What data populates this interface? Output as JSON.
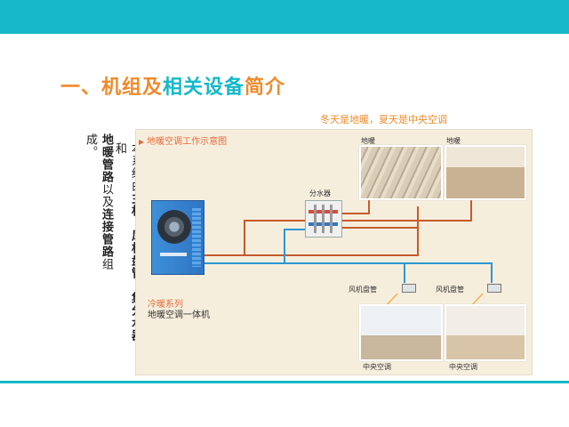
{
  "title": {
    "part1": "一、机组及",
    "part2": "相关设备",
    "part3": "简介"
  },
  "description": {
    "col1": [
      {
        "text": "地暖管路",
        "bold": true
      },
      {
        "text": "以及",
        "bold": false
      },
      {
        "text": "连接管路",
        "bold": true
      },
      {
        "text": "组成。",
        "bold": false
      }
    ],
    "col2": [
      {
        "text": "本系统由",
        "bold": false
      },
      {
        "text": "主机",
        "bold": true
      },
      {
        "text": "、",
        "bold": false
      },
      {
        "text": "风机盘管",
        "bold": true
      },
      {
        "text": "、",
        "bold": false
      },
      {
        "text": "集分水器",
        "bold": true
      },
      {
        "text": "和",
        "bold": false
      }
    ]
  },
  "diagram": {
    "subtitle": "冬天是地暖，夏天是中央空调",
    "panel_title": "地暖空调工作示意图",
    "manifold_label": "分水器",
    "floor_heating_labels": [
      "地暖",
      "地暖"
    ],
    "fcu_labels": [
      "风机盘管",
      "风机盘管"
    ],
    "central_ac_labels": [
      "中央空调",
      "中央空调"
    ],
    "series_label": "冷暖系列",
    "product_label": "地暖空调一体机",
    "colors": {
      "hot_pipe": "#c65a2a",
      "cold_pipe": "#2c97d3",
      "accent_orange": "#f08a2a",
      "accent_teal": "#16b8c9"
    }
  }
}
